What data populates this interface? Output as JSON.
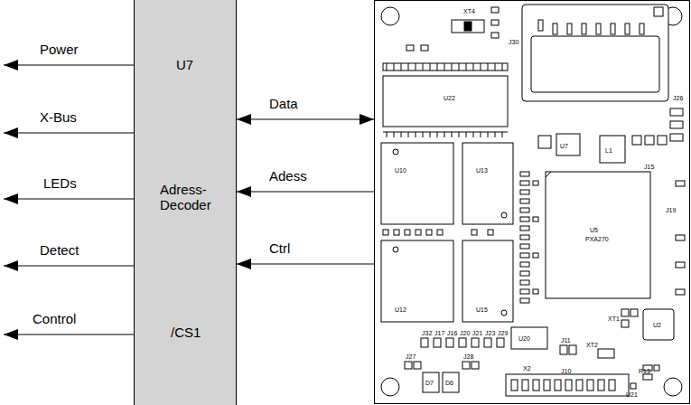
{
  "diagram": {
    "nodes": [
      {
        "text": [
          "U7",
          "Adress- Decoder",
          "/CS1"
        ]
      },
      {
        "text": [
          "XT4",
          "J30",
          "U22",
          "U10",
          "U13",
          "U7",
          "L1",
          "J15",
          "J26",
          "U5",
          "PXA270",
          "J19",
          "U12",
          "U15",
          "J32",
          "J17",
          "J16",
          "J20",
          "J21",
          "J23",
          "J29",
          "U20",
          "J11",
          "J10",
          "XT1",
          "XT2",
          "U2",
          "J27",
          "J28",
          "D7",
          "D6",
          "X2",
          "R13",
          "U21"
        ]
      }
    ],
    "edges": [
      {
        "from": 0,
        "to": 1,
        "label": "Data",
        "arrow": "both"
      },
      {
        "from": 1,
        "to": 0,
        "label": "Adess",
        "arrow": "to"
      },
      {
        "from": 1,
        "to": 0,
        "label": "Ctrl",
        "arrow": "to"
      }
    ],
    "labels": [
      "Power",
      "X-Bus",
      "LEDs",
      "Detect",
      "Control"
    ]
  }
}
